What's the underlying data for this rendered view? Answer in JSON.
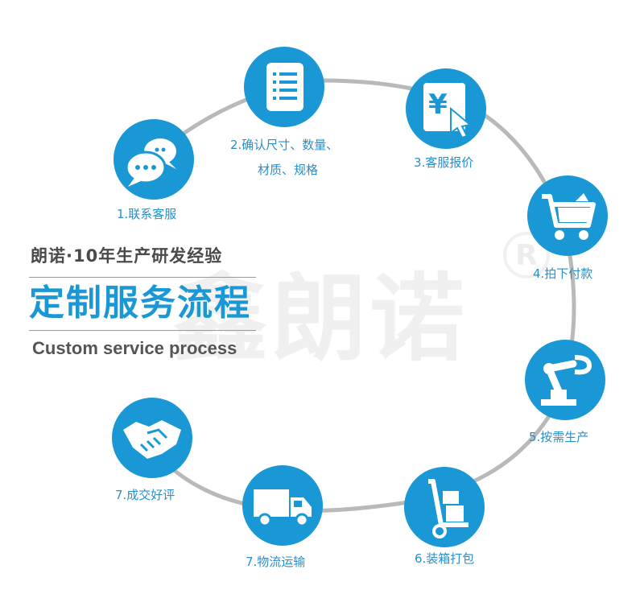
{
  "brand_watermark": "鑫朗诺",
  "registered_mark": "R",
  "headline": "朗诺·10年生产研发经验",
  "title": "定制服务流程",
  "subtitle": "Custom service process",
  "colors": {
    "accent": "#1a97d5",
    "ring": "#b9b9b9",
    "label": "#2a8fc9",
    "text": "#4a4a4a"
  },
  "steps": [
    {
      "label": "1.联系客服",
      "icon": "chat-bubbles-icon"
    },
    {
      "label_line1": "2.确认尺寸、数量、",
      "label_line2": "材质、规格",
      "icon": "document-list-icon"
    },
    {
      "label": "3.客服报价",
      "icon": "yen-quote-icon"
    },
    {
      "label": "4.拍下付款",
      "icon": "shopping-cart-icon"
    },
    {
      "label": "5.按需生产",
      "icon": "robot-arm-icon"
    },
    {
      "label": "6.装箱打包",
      "icon": "hand-truck-icon"
    },
    {
      "label": "7.物流运输",
      "icon": "delivery-truck-icon"
    },
    {
      "label": "7.成交好评",
      "icon": "handshake-icon"
    }
  ]
}
